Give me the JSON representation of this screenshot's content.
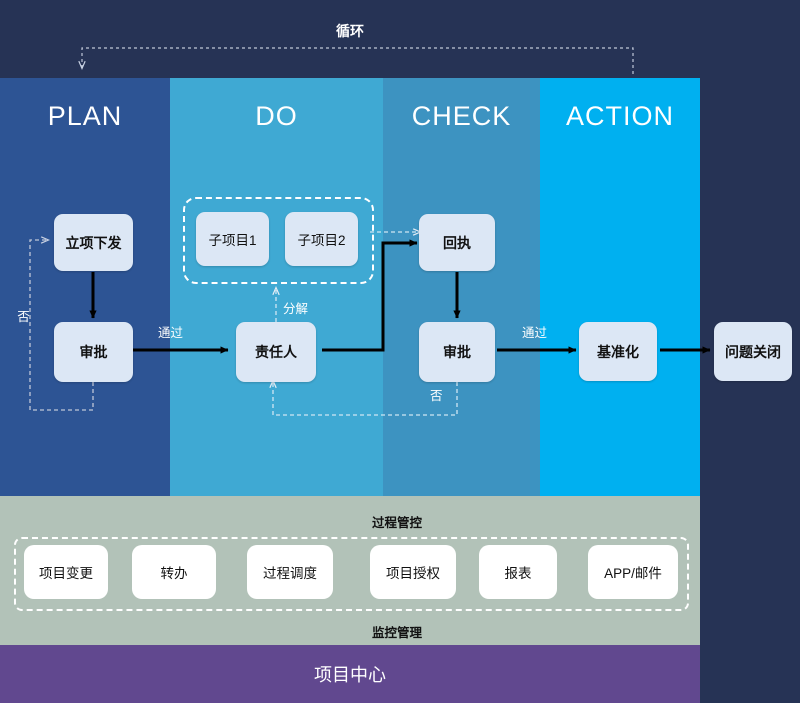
{
  "diagram": {
    "cycle_label": "循环",
    "columns": [
      {
        "key": "plan",
        "title": "PLAN",
        "color": "#2D5494"
      },
      {
        "key": "do",
        "title": "DO",
        "color": "#3FA9D3"
      },
      {
        "key": "check",
        "title": "CHECK",
        "color": "#3D93C1"
      },
      {
        "key": "action",
        "title": "ACTION",
        "color": "#00B0F0"
      }
    ],
    "nodes": {
      "initiate": "立项下发",
      "approve1": "审批",
      "subproject1": "子项目1",
      "subproject2": "子项目2",
      "owner": "责任人",
      "receipt": "回执",
      "approve2": "审批",
      "baseline": "基准化",
      "closed": "问题关闭"
    },
    "edge_labels": {
      "plan_no": "否",
      "plan_pass": "通过",
      "decompose": "分解",
      "check_no": "否",
      "check_pass": "通过"
    },
    "management": {
      "top_label": "过程管控",
      "bottom_label": "监控管理",
      "items": [
        "项目变更",
        "转办",
        "过程调度",
        "项目授权",
        "报表",
        "APP/邮件"
      ],
      "panel_color": "#B2C2B8"
    },
    "footer": {
      "title": "项目中心",
      "color": "#61488F"
    },
    "background_color": "#263355"
  }
}
